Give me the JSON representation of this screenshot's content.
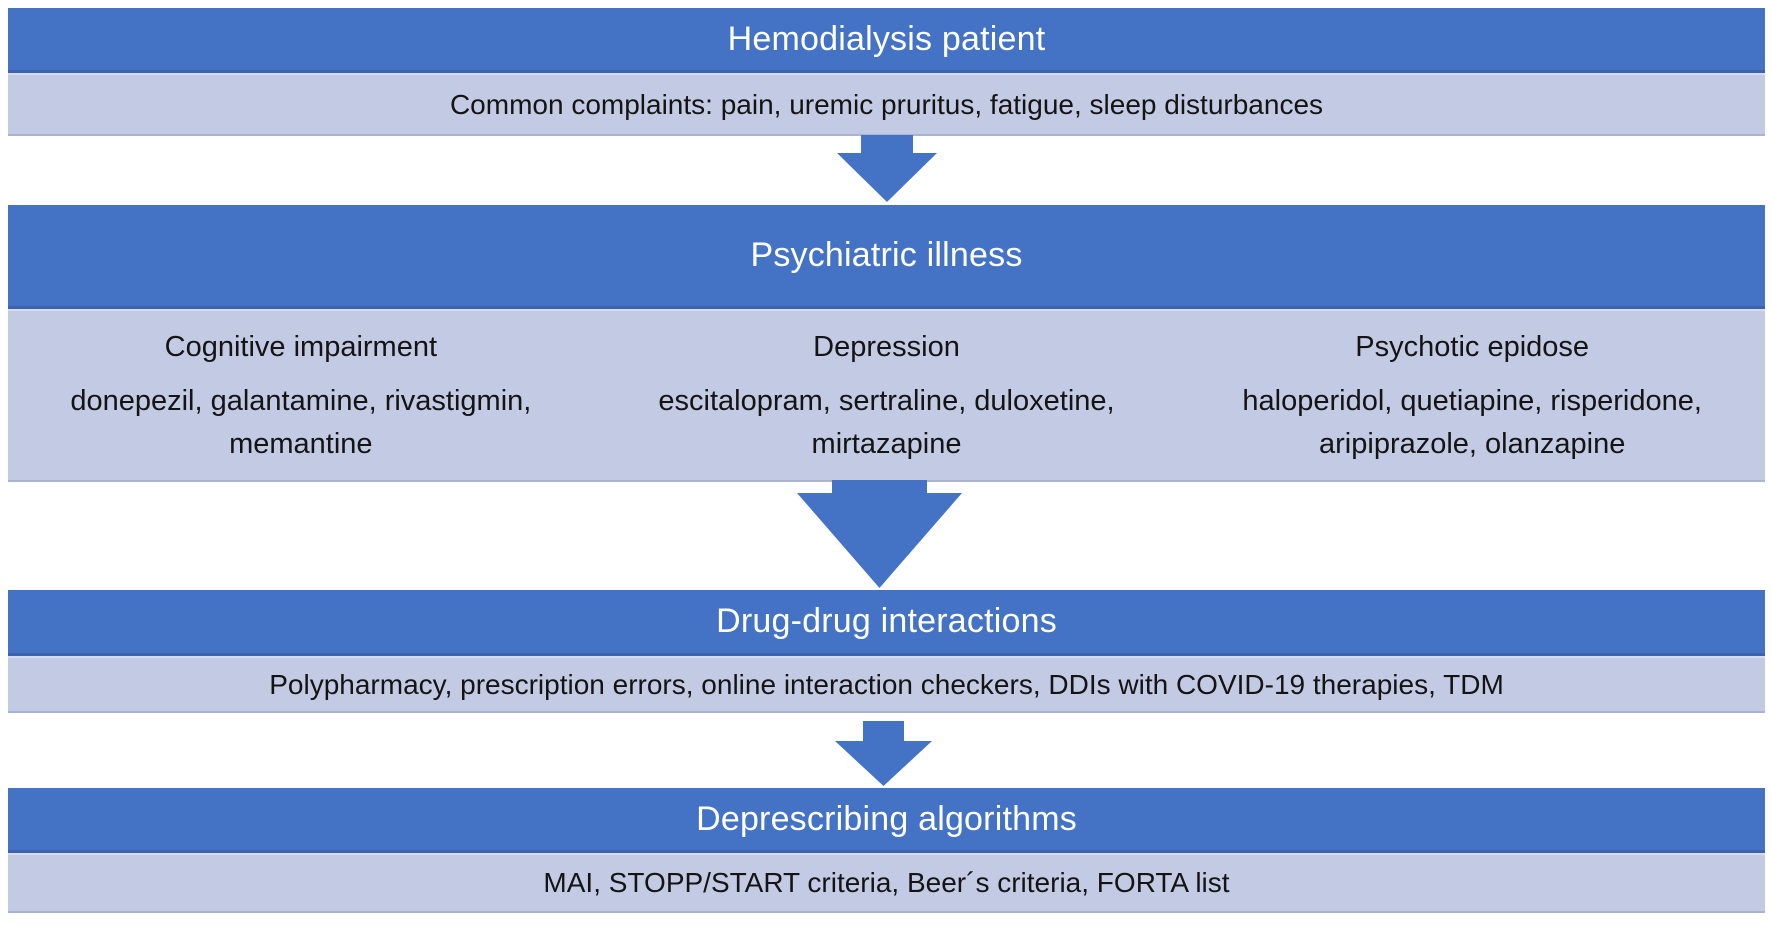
{
  "colors": {
    "header_bg": "#4472C4",
    "header_text": "#FFFFFF",
    "body_bg": "#C3CBE4",
    "body_text": "#141414",
    "arrow": "#4472C4",
    "divider_dark": "#3C63AC",
    "divider_light": "#D6DCEF",
    "edge_shadow": "#AAB3D2"
  },
  "sections": {
    "hemodialysis": {
      "title": "Hemodialysis patient",
      "body": "Common complaints: pain, uremic pruritus, fatigue, sleep disturbances"
    },
    "psychiatric": {
      "title": "Psychiatric illness",
      "columns": [
        {
          "heading": "Cognitive impairment",
          "drugs": "donepezil, galantamine, rivastigmin, memantine"
        },
        {
          "heading": "Depression",
          "drugs": "escitalopram, sertraline, duloxetine, mirtazapine"
        },
        {
          "heading": "Psychotic epidose",
          "drugs": "haloperidol, quetiapine, risperidone, aripiprazole, olanzapine"
        }
      ]
    },
    "interactions": {
      "title": "Drug-drug interactions",
      "body": "Polypharmacy, prescription errors, online interaction checkers, DDIs with COVID-19 therapies, TDM"
    },
    "deprescribing": {
      "title": "Deprescribing algorithms",
      "body": "MAI, STOPP/START criteria, Beer´s criteria, FORTA list"
    }
  }
}
